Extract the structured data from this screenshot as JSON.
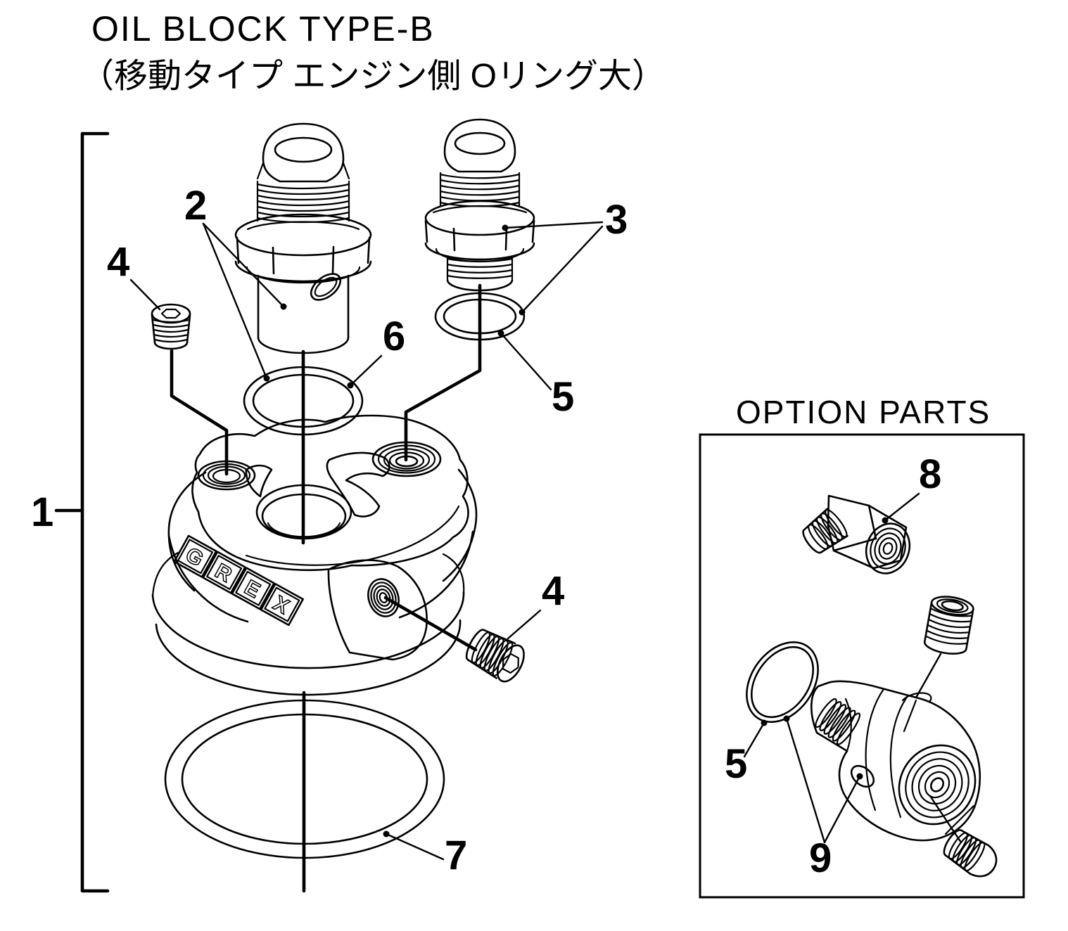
{
  "title": {
    "line1": "OIL BLOCK TYPE-B",
    "line2": "（移動タイプ エンジン側 Oリング大）"
  },
  "option": {
    "title": "OPTION PARTS"
  },
  "logo": {
    "letters": [
      "G",
      "R",
      "E",
      "X"
    ]
  },
  "labels": {
    "bracket_assembly": "1",
    "center_fitting": "2",
    "right_fitting": "3",
    "set_screw_left": "4",
    "set_screw_right": "4",
    "oring_small_main": "5",
    "oring_center": "6",
    "oring_large": "7",
    "adapter_fitting": "8",
    "relocation_fitting": "9",
    "oring_small_option": "5"
  },
  "colors": {
    "line": "#000000",
    "background": "#ffffff"
  }
}
